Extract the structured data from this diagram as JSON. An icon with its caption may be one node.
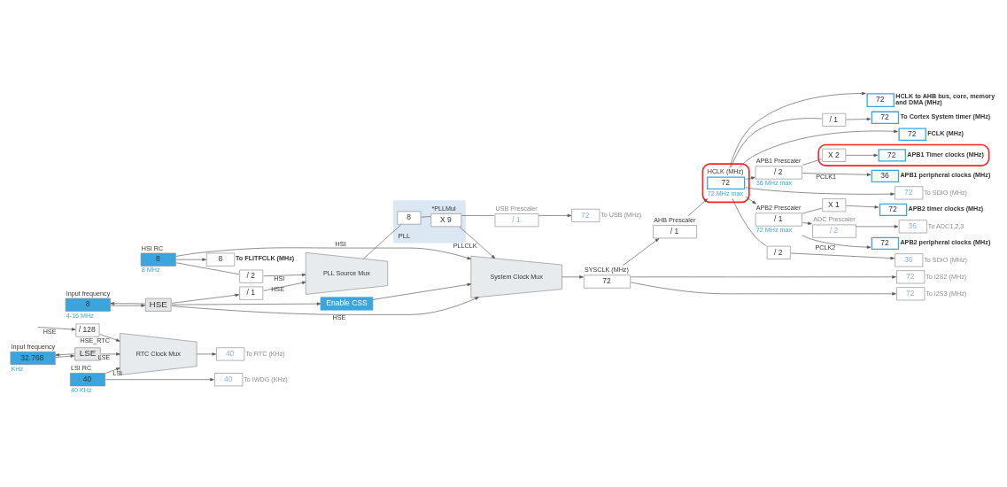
{
  "diagram": {
    "nodes": [
      {
        "text": [
          "Input frequency",
          "32.768"
        ],
        "beside": [
          "KHz"
        ]
      },
      {
        "text": [
          "LSE"
        ]
      },
      {
        "text": [
          "LSI RC",
          "40"
        ],
        "beside": [
          "40 KHz"
        ]
      },
      {
        "text": [
          "/ 128"
        ]
      },
      {
        "text": [
          "RTC Clock Mux"
        ]
      },
      {
        "text": [
          "40"
        ],
        "beside": [
          "To RTC (KHz)"
        ]
      },
      {
        "text": [
          "40"
        ],
        "beside": [
          "To IWDG (KHz)"
        ]
      },
      {
        "text": [
          "8"
        ],
        "beside": [
          "To FLITFCLK (MHz)"
        ]
      },
      {
        "text": [
          "HSI RC",
          "8"
        ],
        "beside": [
          "8 MHz"
        ]
      },
      {
        "text": [
          "System Clock Mux"
        ]
      },
      {
        "text": [
          "SYSCLK (MHz)",
          "72"
        ]
      },
      {
        "text": [
          "AHB Prescaler",
          "/ 1"
        ]
      },
      {
        "text": [],
        "shape": "box"
      },
      {
        "text": [
          "HCLK (MHz)",
          "72"
        ],
        "beside": [
          "72 MHz max"
        ],
        "in": 12
      },
      {
        "text": [
          "72"
        ],
        "beside": [
          "To I2S2 (MHz)"
        ]
      },
      {
        "text": [
          "72"
        ],
        "beside": [
          "To I2S3 (MHz)"
        ]
      },
      {
        "text": [
          "72"
        ],
        "beside": [
          "To SDIO (MHz)"
        ]
      },
      {
        "text": [
          "72"
        ],
        "beside": [
          "HCLK to AHB bus, core, memory and DMA (MHz)"
        ]
      },
      {
        "text": [
          "/ 1"
        ]
      },
      {
        "text": [
          "72"
        ],
        "beside": [
          "To Cortex System timer (MHz)"
        ]
      },
      {
        "text": [
          "72"
        ],
        "beside": [
          "FCLK (MHz)"
        ]
      },
      {
        "text": [
          "APB1 Prescaler",
          "/ 2"
        ],
        "beside": [
          "36 MHz max"
        ]
      },
      {
        "text": [
          "36"
        ],
        "beside": [
          "APB1 peripheral clocks (MHz)"
        ]
      },
      {
        "text": [],
        "shape": "box"
      },
      {
        "text": [
          "X 2"
        ],
        "in": 23
      },
      {
        "text": [
          "72"
        ],
        "beside": [
          "APB1 Timer clocks (MHz)"
        ],
        "in": 23
      },
      {
        "text": [
          "APB2 Prescaler",
          "/ 1"
        ],
        "beside": [
          "72 MHz max"
        ]
      },
      {
        "text": [
          "72"
        ],
        "beside": [
          "APB2 peripheral clocks (MHz)"
        ]
      },
      {
        "text": [
          "X 1"
        ]
      },
      {
        "text": [
          "72"
        ],
        "beside": [
          "APB2 timer clocks (MHz)"
        ]
      },
      {
        "text": [
          "ADC Prescaler",
          "/ 2"
        ]
      },
      {
        "text": [
          "36"
        ],
        "beside": [
          "To ADC1,2,3"
        ]
      },
      {
        "text": [
          "/ 2"
        ]
      },
      {
        "text": [
          "36"
        ],
        "beside": [
          "To SDIO (MHz)"
        ]
      },
      {
        "text": [
          "Input frequency",
          "8"
        ],
        "beside": [
          "4-16 MHz"
        ]
      },
      {
        "text": [
          "HSE"
        ]
      },
      {
        "text": [
          "/ 1"
        ]
      },
      {
        "text": [
          "/ 2"
        ]
      },
      {
        "text": [
          "PLL Source Mux"
        ]
      },
      {
        "text": [
          "PLL"
        ]
      },
      {
        "text": [
          "8"
        ],
        "in": 39
      },
      {
        "text": [
          "*PLLMul",
          "X 9"
        ],
        "in": 39
      },
      {
        "text": [
          "USB Prescaler",
          "/ 1"
        ]
      },
      {
        "text": [
          "72"
        ],
        "beside": [
          "To USB (MHz)"
        ]
      },
      {
        "text": [
          "Enable CSS"
        ]
      }
    ],
    "edges": [
      {
        "from": 0,
        "to": 1,
        "arrow": "to"
      },
      {
        "from": 1,
        "to": 0,
        "arrow": "to"
      },
      {
        "from": null,
        "to": 3,
        "arrow": "to",
        "label": "HSE"
      },
      {
        "from": 3,
        "to": 4,
        "arrow": "to",
        "label": "HSE_RTC"
      },
      {
        "from": 1,
        "to": 4,
        "arrow": "to",
        "label": "LSE"
      },
      {
        "from": 2,
        "to": 4,
        "arrow": "to",
        "label": "LSI"
      },
      {
        "from": 4,
        "to": 5,
        "arrow": "to"
      },
      {
        "from": 2,
        "to": 6,
        "arrow": "to"
      },
      {
        "from": 8,
        "to": 7,
        "arrow": "to"
      },
      {
        "from": 8,
        "to": 9,
        "arrow": "to",
        "label": "HSI"
      },
      {
        "from": 35,
        "to": 9,
        "arrow": "to",
        "label": "HSE"
      },
      {
        "from": 41,
        "to": 9,
        "arrow": "to",
        "label": "PLLCLK"
      },
      {
        "from": 35,
        "to": 44,
        "arrow": "to"
      },
      {
        "from": 44,
        "to": 9,
        "arrow": "to"
      },
      {
        "from": 9,
        "to": 10,
        "arrow": "to"
      },
      {
        "from": 10,
        "to": 11,
        "arrow": "to"
      },
      {
        "from": 11,
        "to": 13,
        "arrow": "to"
      },
      {
        "from": 10,
        "to": 14,
        "arrow": "to"
      },
      {
        "from": 10,
        "to": 15,
        "arrow": "to"
      },
      {
        "from": 13,
        "to": 16,
        "arrow": "to"
      },
      {
        "from": 13,
        "to": 17,
        "arrow": "to"
      },
      {
        "from": 13,
        "to": 18,
        "arrow": "none"
      },
      {
        "from": 18,
        "to": 19,
        "arrow": "to"
      },
      {
        "from": 13,
        "to": 20,
        "arrow": "to"
      },
      {
        "from": 13,
        "to": 21,
        "arrow": "to"
      },
      {
        "from": 21,
        "to": 22,
        "arrow": "to",
        "label": "PCLK1"
      },
      {
        "from": 21,
        "to": 24,
        "arrow": "none"
      },
      {
        "from": 24,
        "to": 25,
        "arrow": "to"
      },
      {
        "from": 13,
        "to": 26,
        "arrow": "to"
      },
      {
        "from": 26,
        "to": 27,
        "arrow": "to",
        "label": "PCLK2"
      },
      {
        "from": 26,
        "to": 28,
        "arrow": "none"
      },
      {
        "from": 28,
        "to": 29,
        "arrow": "to"
      },
      {
        "from": 26,
        "to": 30,
        "arrow": "to"
      },
      {
        "from": 30,
        "to": 31,
        "arrow": "to"
      },
      {
        "from": 13,
        "to": 32,
        "arrow": "none"
      },
      {
        "from": 32,
        "to": 33,
        "arrow": "to"
      },
      {
        "from": 34,
        "to": 35,
        "arrow": "to"
      },
      {
        "from": 35,
        "to": 34,
        "arrow": "to"
      },
      {
        "from": 35,
        "to": 36,
        "arrow": "to"
      },
      {
        "from": 8,
        "to": 37,
        "arrow": "none"
      },
      {
        "from": 37,
        "to": 38,
        "arrow": "to",
        "label": "HSI"
      },
      {
        "from": 36,
        "to": 38,
        "arrow": "to",
        "label": "HSE"
      },
      {
        "from": 38,
        "to": 40,
        "arrow": "none"
      },
      {
        "from": 40,
        "to": 41,
        "arrow": "none"
      },
      {
        "from": 41,
        "to": 42,
        "arrow": "none"
      },
      {
        "from": 42,
        "to": 43,
        "arrow": "to"
      }
    ]
  }
}
